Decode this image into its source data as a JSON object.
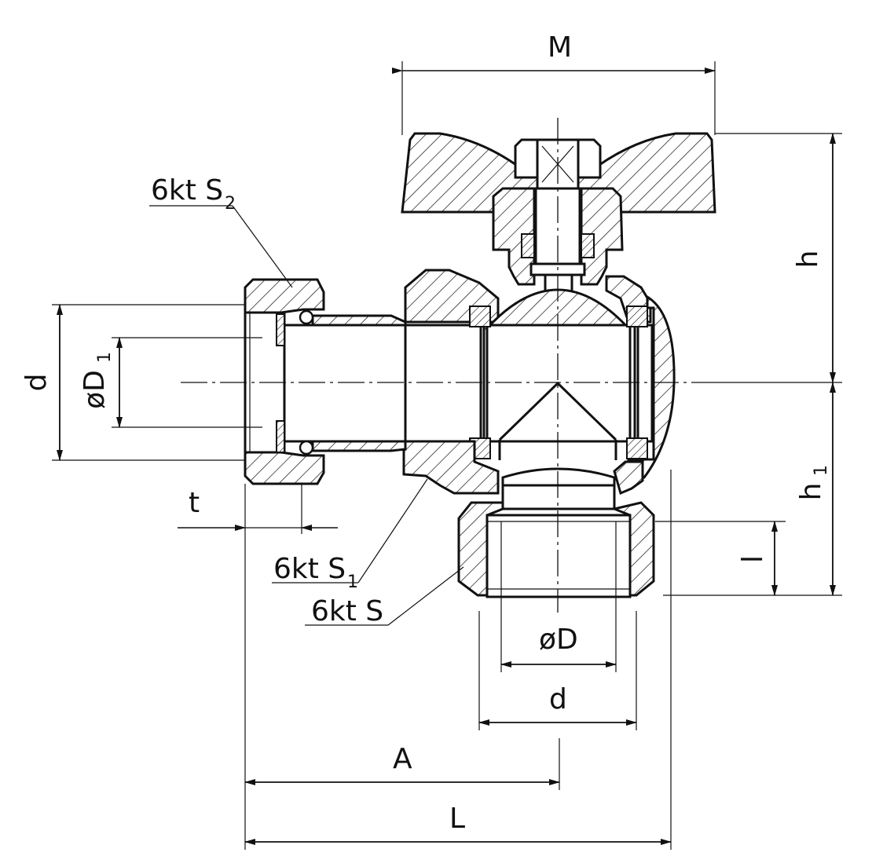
{
  "labels": {
    "M": "M",
    "h": "h",
    "h1": "h",
    "h1_sub": "1",
    "d_left": "d",
    "phiD1": "øD",
    "phiD1_sub": "1",
    "t": "t",
    "six_kt_s2": "6kt S",
    "six_kt_s2_sub": "2",
    "six_kt_s1": "6kt S",
    "six_kt_s1_sub": "1",
    "six_kt_s": "6kt S",
    "l": "l",
    "phiD": "øD",
    "d_bottom": "d",
    "A": "A",
    "L": "L"
  }
}
